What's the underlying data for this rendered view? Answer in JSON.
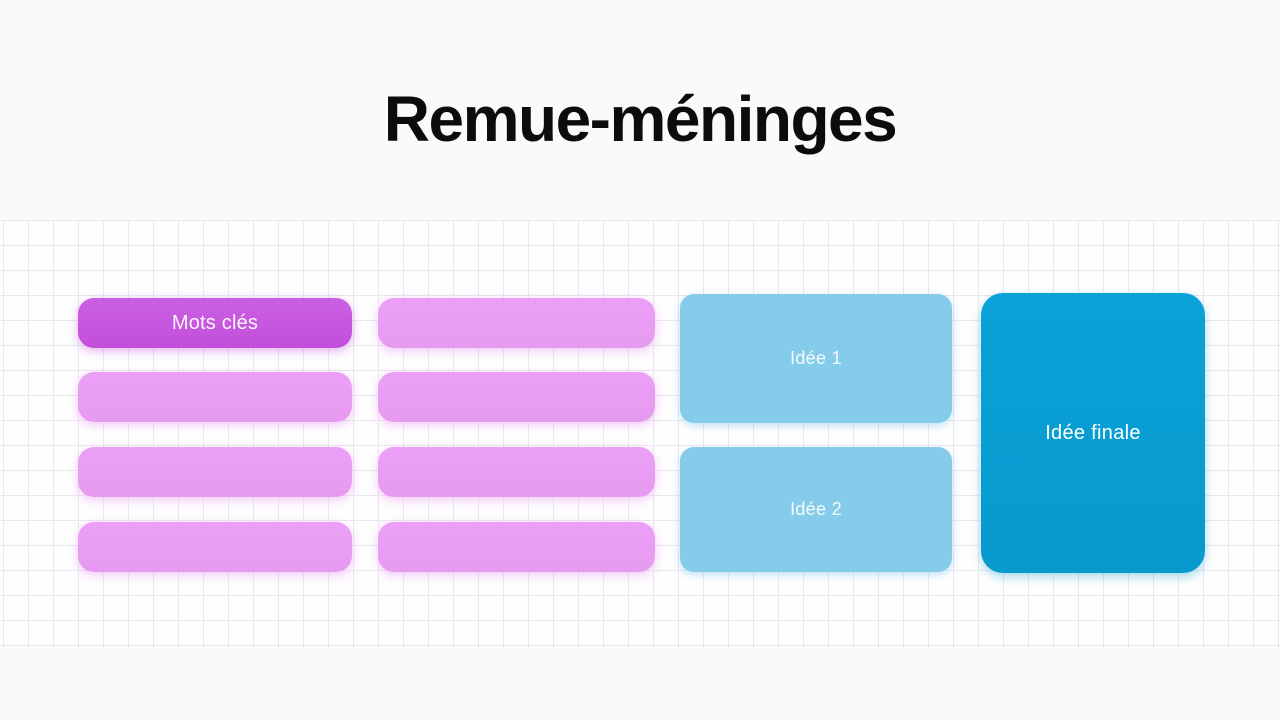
{
  "title": "Remue-méninges",
  "board": {
    "keyword_columns": {
      "col1": [
        {
          "label": "Mots clés"
        },
        {
          "label": ""
        },
        {
          "label": ""
        },
        {
          "label": ""
        }
      ],
      "col2": [
        {
          "label": ""
        },
        {
          "label": ""
        },
        {
          "label": ""
        },
        {
          "label": ""
        }
      ]
    },
    "idea_cards": [
      {
        "label": "Idée 1"
      },
      {
        "label": "Idée 2"
      }
    ],
    "final_card": {
      "label": "Idée finale"
    }
  },
  "colors": {
    "primary_pill": "#c556df",
    "light_pill": "#e99ef3",
    "idea_card": "#84cce9",
    "final_card": "#089fd4",
    "title_text": "#0c0c0c",
    "grid_line": "#e9e8ee",
    "page_background": "#fbfaf8"
  }
}
